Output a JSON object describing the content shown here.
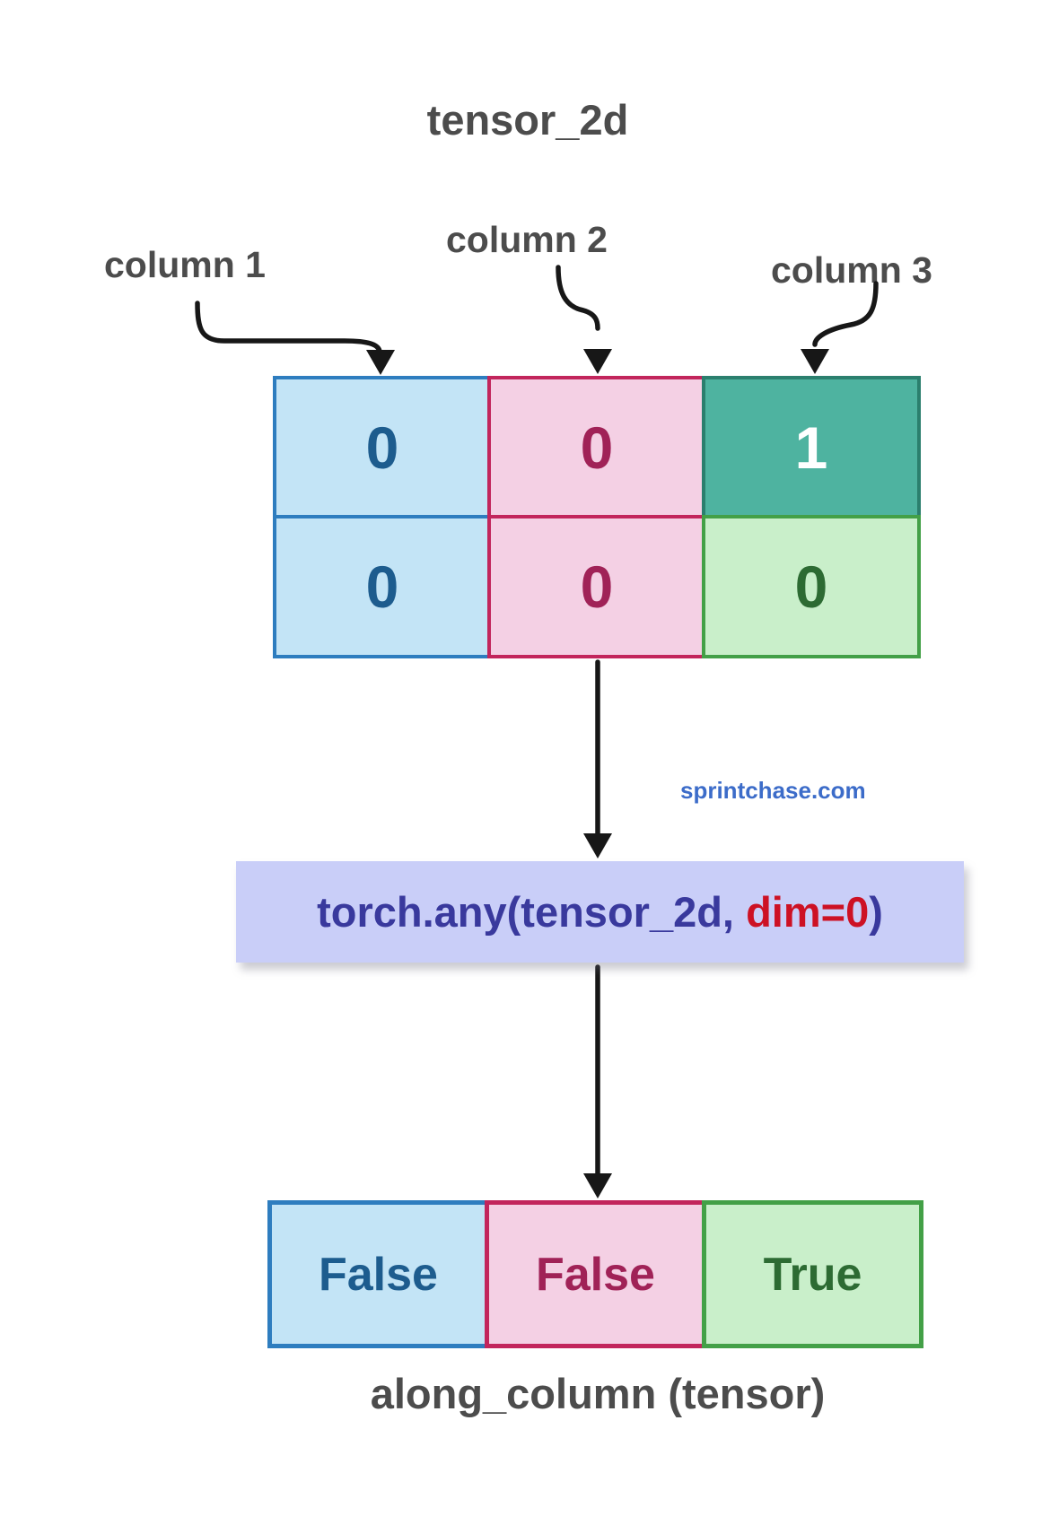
{
  "title": "tensor_2d",
  "watermark": "sprintchase.com",
  "columns": [
    {
      "label": "column 1"
    },
    {
      "label": "column 2"
    },
    {
      "label": "column 3"
    }
  ],
  "tensor": {
    "rows": [
      {
        "cells": [
          {
            "value": "0"
          },
          {
            "value": "0"
          },
          {
            "value": "1"
          }
        ]
      },
      {
        "cells": [
          {
            "value": "0"
          },
          {
            "value": "0"
          },
          {
            "value": "0"
          }
        ]
      }
    ]
  },
  "operation": {
    "code_prefix": "torch.any(tensor_2d, ",
    "code_arg": "dim=0",
    "code_suffix": ")"
  },
  "result": {
    "cells": [
      {
        "value": "False"
      },
      {
        "value": "False"
      },
      {
        "value": "True"
      }
    ],
    "label": "along_column (tensor)"
  },
  "colors": {
    "blue_fill": "#c3e4f6",
    "blue_border": "#2e7dbf",
    "blue_text": "#1d5c8e",
    "pink_fill": "#f4d0e4",
    "pink_border": "#c2255c",
    "pink_text": "#a02257",
    "teal_fill": "#4eb3a0",
    "teal_border": "#2b7f6e",
    "teal_text": "#ffffff",
    "green_fill": "#c9efca",
    "green_border": "#43a047",
    "green_text": "#2d6b33",
    "code_bg": "#c9cef8",
    "code_text": "#39399d",
    "code_highlight": "#cd1124",
    "label_text": "#4c4c4c",
    "watermark_text": "#3c6cc9",
    "arrow": "#171717"
  }
}
